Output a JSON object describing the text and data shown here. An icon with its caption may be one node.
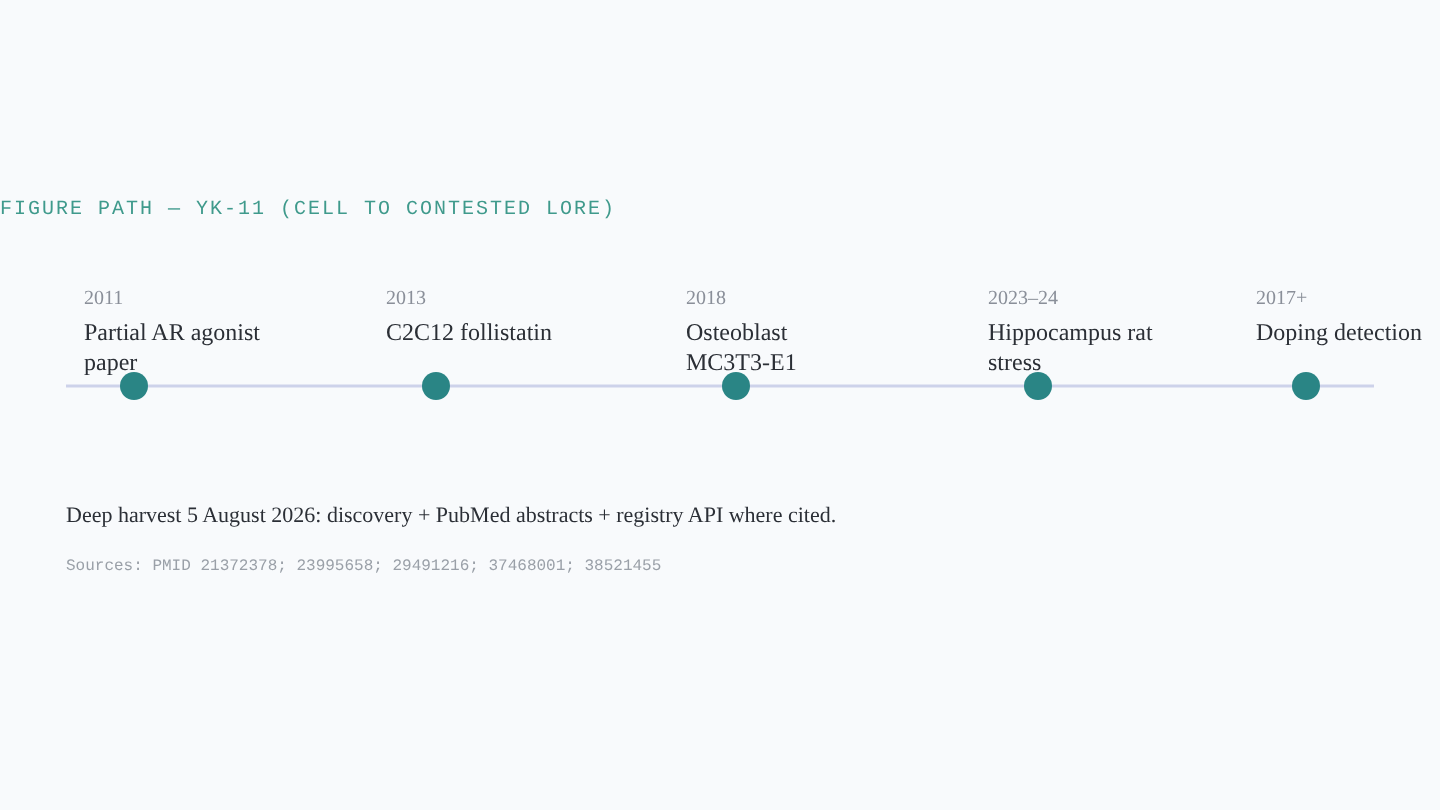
{
  "diagram": {
    "title": "FIGURE PATH — YK-11 (CELL TO CONTESTED LORE)",
    "caption": "Deep harvest 5 August 2026: discovery + PubMed abstracts + registry API where cited.",
    "nodes": [
      {
        "text": [
          "2011",
          "Partial AR agonist paper"
        ]
      },
      {
        "text": [
          "2013",
          "C2C12 follistatin"
        ]
      },
      {
        "text": [
          "2018",
          "Osteoblast MC3T3-E1"
        ]
      },
      {
        "text": [
          "2023–24",
          "Hippocampus rat stress"
        ]
      },
      {
        "text": [
          "2017+",
          "Doping detection"
        ]
      }
    ],
    "labels": [
      "Sources: PMID 21372378; 23995658; 29491216; 37468001; 38521455"
    ]
  }
}
